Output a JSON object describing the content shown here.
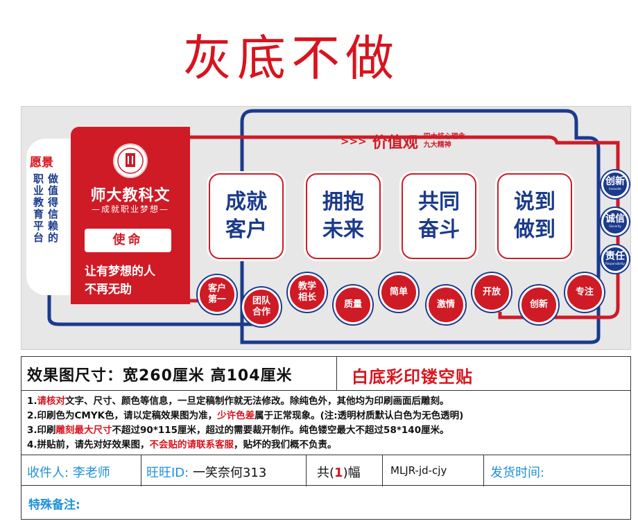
{
  "header": {
    "title": "灰底不做"
  },
  "design": {
    "vision_title": "愿景",
    "vision_col1": "职业教育平台",
    "vision_col2": "做值得信赖的",
    "brand_name": "师大教科文",
    "brand_slogan": "—成就职业梦想—",
    "mission_label": "使命",
    "mission_line1": "让有梦想的人",
    "mission_line2": "不再无助",
    "values_arrows": ">>>",
    "values_title": "价值观",
    "values_sub1": "四大核心理念",
    "values_sub2": "九大精神",
    "value_cards": [
      {
        "l1": "成就",
        "l2": "客户"
      },
      {
        "l1": "拥抱",
        "l2": "未来"
      },
      {
        "l1": "共同",
        "l2": "奋斗"
      },
      {
        "l1": "说到",
        "l2": "做到"
      }
    ],
    "spirits": [
      {
        "l1": "客户",
        "l2": "第一"
      },
      {
        "l1": "团队",
        "l2": "合作"
      },
      {
        "l1": "教学",
        "l2": "相长"
      },
      {
        "l1": "质量",
        "l2": ""
      },
      {
        "l1": "简单",
        "l2": ""
      },
      {
        "l1": "激情",
        "l2": ""
      },
      {
        "l1": "开放",
        "l2": ""
      },
      {
        "l1": "创新",
        "l2": ""
      },
      {
        "l1": "专注",
        "l2": ""
      }
    ],
    "side_badges": [
      {
        "label": "创新",
        "en": "Innovate"
      },
      {
        "label": "诚信",
        "en": "Sincerity"
      },
      {
        "label": "责任",
        "en": "Responsibility"
      }
    ],
    "colors": {
      "red": "#cf1b26",
      "blue": "#1b3a8c",
      "panel": "#e7e7e8"
    }
  },
  "info": {
    "size_label": "效果图尺寸：宽260厘米  高104厘米",
    "print_type": "白底彩印镂空贴",
    "note1_a": "1.",
    "note1_hl": "请核对",
    "note1_b": "文字、尺寸、颜色等信息，一旦定稿制作就无法修改。除纯色外，其他均为印刷画面后雕刻。",
    "note2_a": "2.印刷色为CMYK色，请以定稿效果图为准，",
    "note2_hl": "少许色差",
    "note2_b": "属于正常现象。(注:透明材质默认白色为无色透明)",
    "note3_a": "3.印刷",
    "note3_hl": "雕刻最大尺寸",
    "note3_b": "不超过90*115厘米，超过的需要裁开制作。纯色镂空最大不超过58*140厘米。",
    "note4_a": "4.拼贴前，请先对好效果图，",
    "note4_hl": "不会贴的请联系客服",
    "note4_b": "，贴坏的我们概不负责。",
    "recipient": "收件人: 李老师",
    "wangwang_label": "旺旺ID:",
    "wangwang_value": "一笑奈何313",
    "qty_pre": "共(",
    "qty": "1",
    "qty_post": ")幅",
    "code": "MLJR-jd-cjy",
    "ship_time": "发货时间:",
    "special_note": "特殊备注:"
  }
}
